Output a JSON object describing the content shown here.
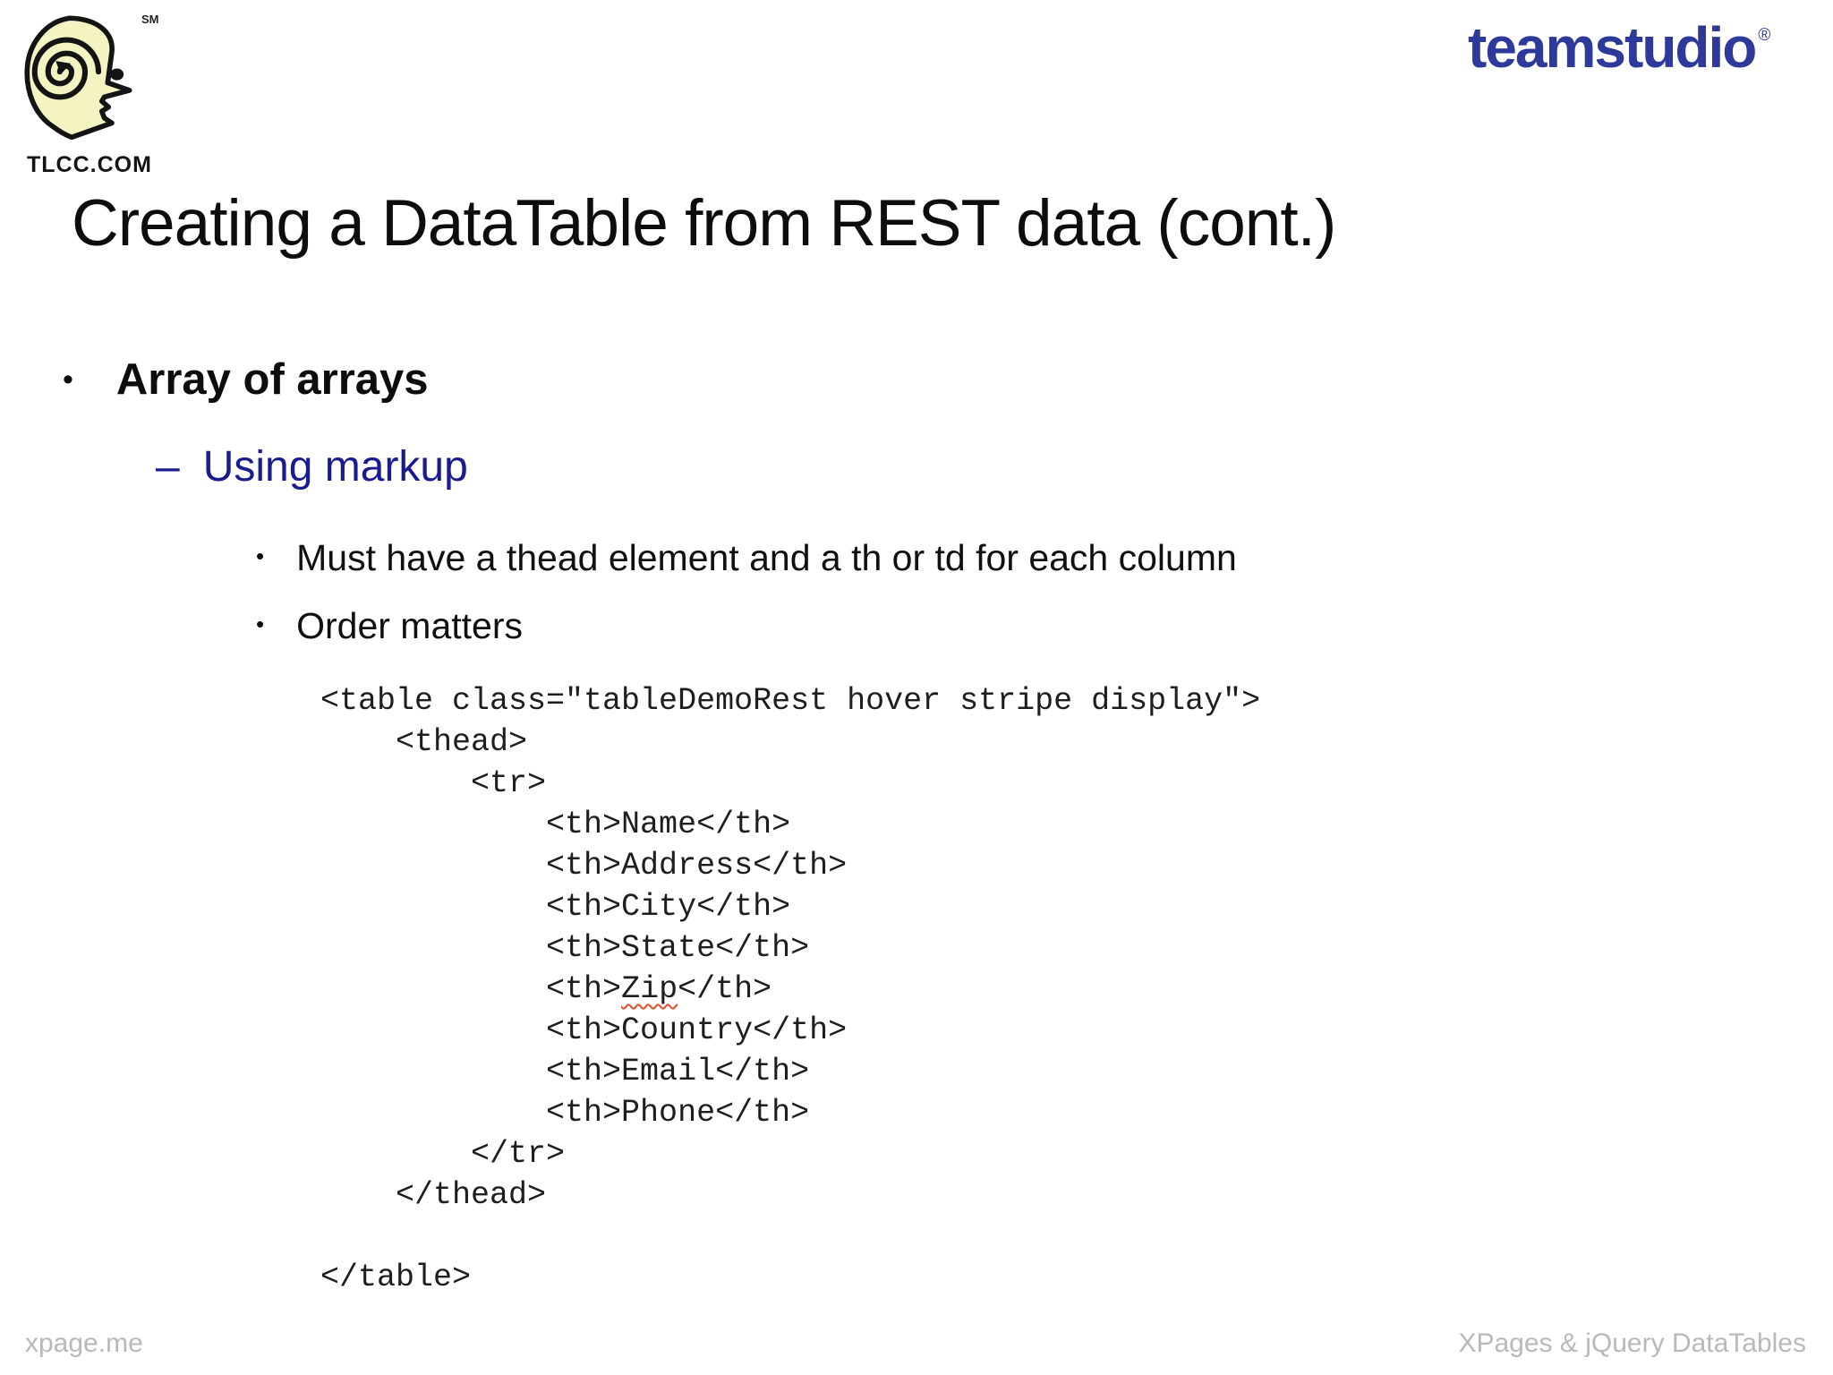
{
  "branding": {
    "tlcc_logo_text": "TLCC.COM",
    "tlcc_sm_mark": "SM",
    "teamstudio_logo_text": "teamstudio",
    "teamstudio_registered_mark": "®"
  },
  "colors": {
    "teamstudio_blue": "#2e3a9b",
    "bullet_link_navy": "#1b1b90",
    "footer_gray": "#b9b9bd",
    "spellcheck_squiggle_red": "#e0502e",
    "logo_fill_yellow": "#f4f4c3"
  },
  "glyphs": {
    "bullet": "•",
    "dash": "–"
  },
  "slide": {
    "title": "Creating a DataTable from REST data (cont.)"
  },
  "bullets": {
    "level1": "Array of arrays",
    "level2": "Using markup",
    "level3": [
      "Must have a thead element and a th or td for each column",
      "Order matters"
    ]
  },
  "code": {
    "lines_before_zip": [
      "<table class=\"tableDemoRest hover stripe display\">",
      "    <thead>",
      "        <tr>",
      "            <th>Name</th>",
      "            <th>Address</th>",
      "            <th>City</th>",
      "            <th>State</th>"
    ],
    "zip_line": {
      "prefix": "            <th>",
      "word": "Zip",
      "suffix": "</th>"
    },
    "lines_after_zip": [
      "            <th>Country</th>",
      "            <th>Email</th>",
      "            <th>Phone</th>",
      "        </tr>",
      "    </thead>",
      "",
      "</table>"
    ]
  },
  "footer": {
    "left": "xpage.me",
    "right": "XPages & jQuery DataTables"
  }
}
